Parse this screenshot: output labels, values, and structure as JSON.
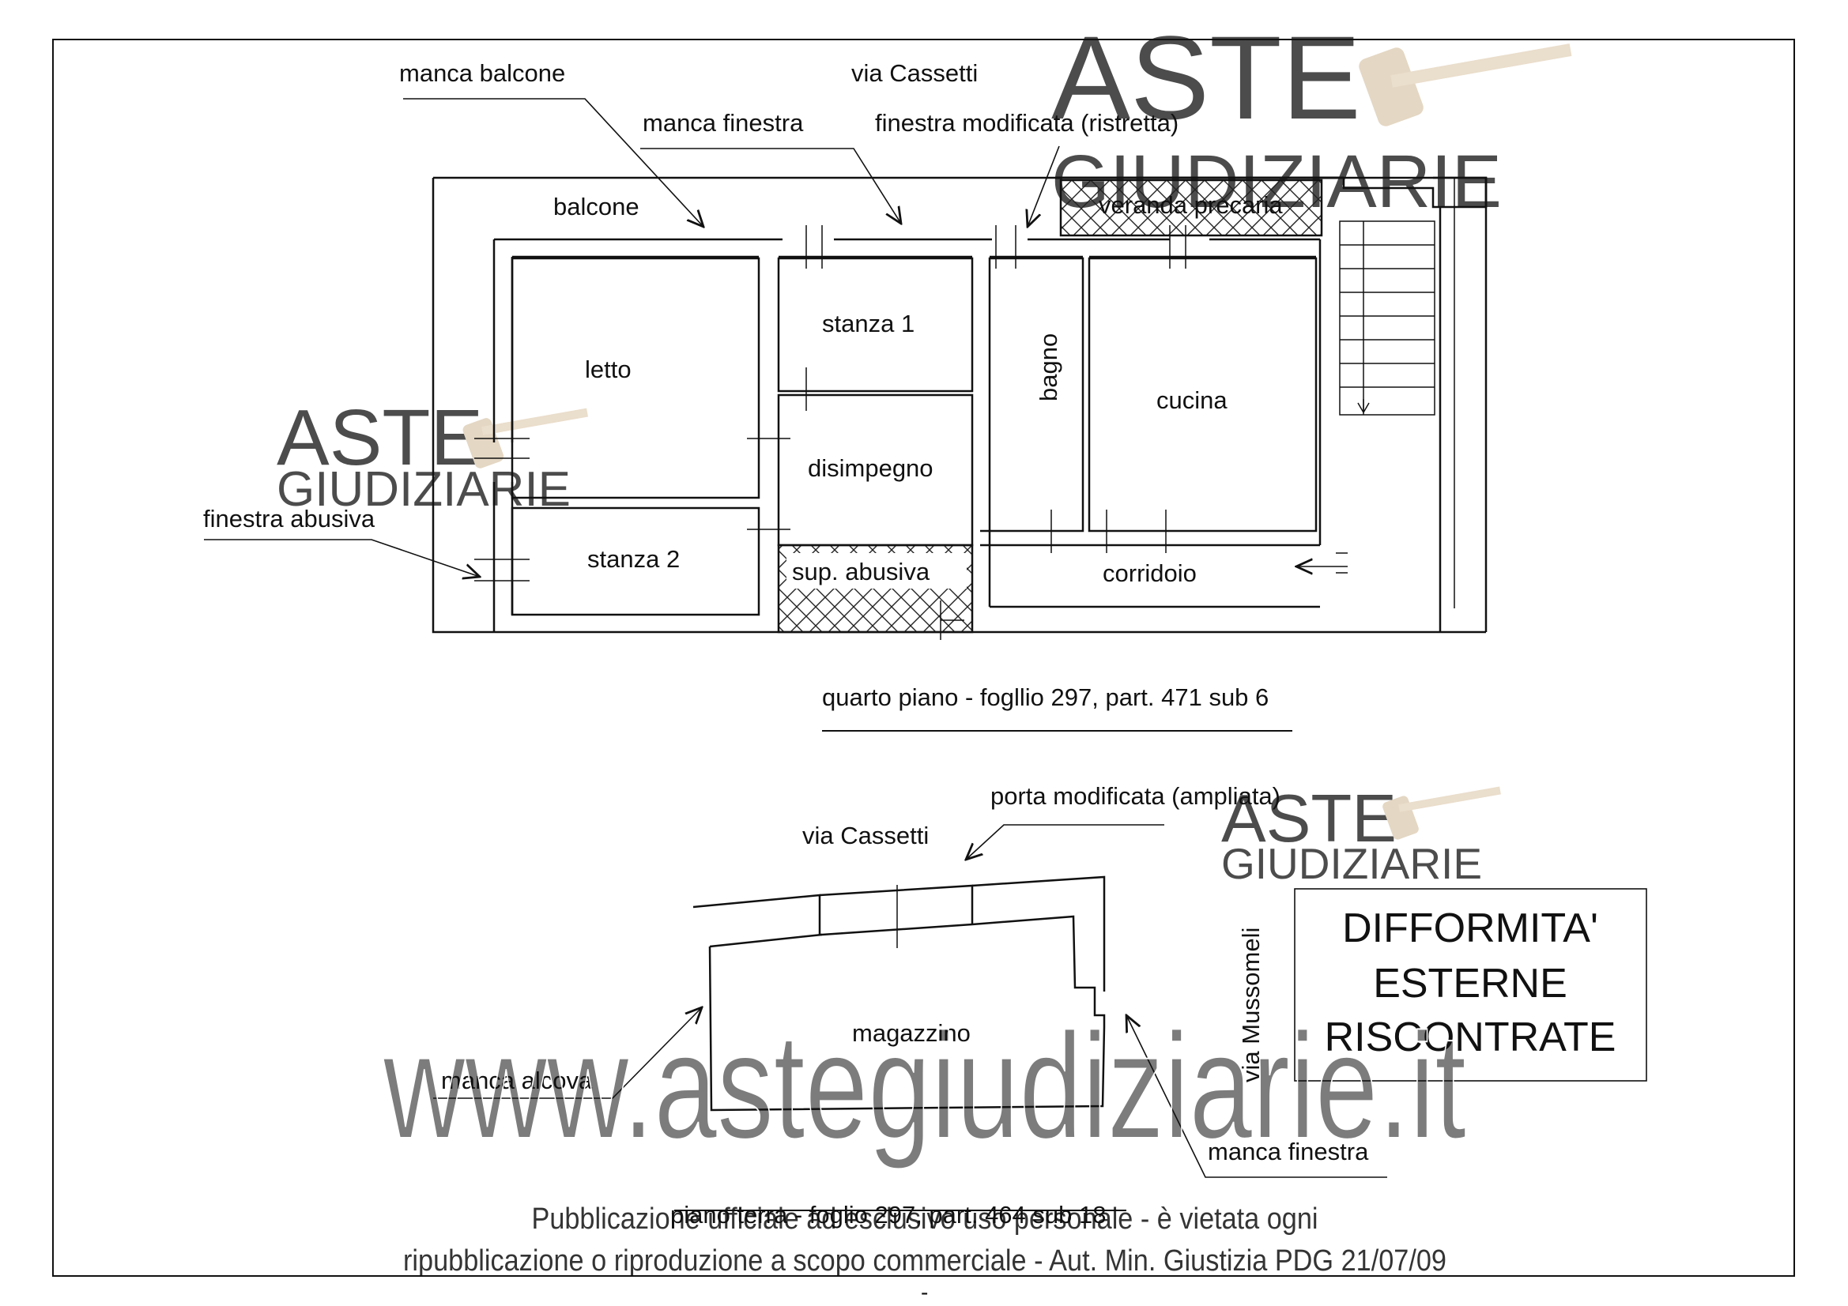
{
  "watermarks": {
    "brand_line1": "ASTE",
    "brand_line2": "GIUDIZIARIE",
    "url": "www.astegiudiziarie.it",
    "notice_line1": "Pubblicazione ufficiale ad esclusivo uso personale - è vietata ogni",
    "notice_line2": "ripubblicazione o riproduzione a scopo commerciale - Aut. Min. Giustizia PDG 21/07/09"
  },
  "upper_plan": {
    "annotations": {
      "manca_balcone": "manca balcone",
      "via_cassetti": "via Cassetti",
      "manca_finestra": "manca finestra",
      "finestra_modificata": "finestra modificata (ristretta)",
      "finestra_abusiva": "finestra abusiva"
    },
    "rooms": {
      "balcone": "balcone",
      "veranda": "veranda precaria",
      "stanza1": "stanza 1",
      "letto": "letto",
      "bagno": "bagno",
      "cucina": "cucina",
      "disimpegno": "disimpegno",
      "stanza2": "stanza 2",
      "sup_abusiva": "sup. abusiva",
      "corridoio": "corridoio"
    },
    "caption": "quarto piano - fogllio 297, part. 471 sub 6"
  },
  "lower_plan": {
    "annotations": {
      "porta_modificata": "porta modificata (ampliata)",
      "via_cassetti": "via Cassetti",
      "via_mussomeli": "via Mussomeli",
      "manca_alcova": "manca alcova",
      "manca_finestra": "manca finestra"
    },
    "rooms": {
      "magazzino": "magazzino"
    },
    "caption": "piano terra - foglio 297, part. 464 sub 18"
  },
  "title_box": {
    "line1": "DIFFORMITA'",
    "line2": "ESTERNE",
    "line3": "RISCONTRATE"
  },
  "footer_mark": "-",
  "colors": {
    "line": "#111111",
    "watermark_blue": "#8aa3c7",
    "watermark_gray": "#bdbdbd",
    "watermark_tan": "#d9c7a8"
  }
}
